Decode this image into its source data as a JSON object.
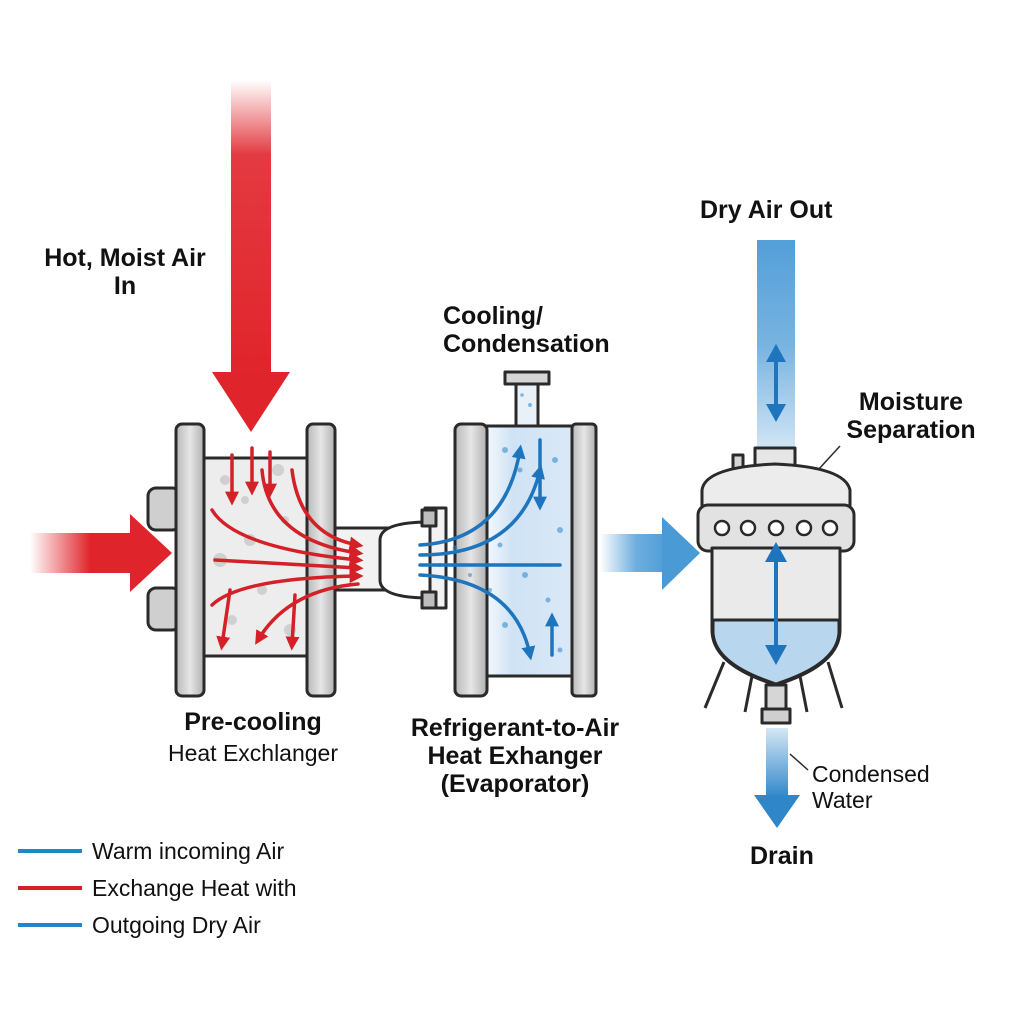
{
  "labels": {
    "hot_moist_air_in": "Hot, Moist Air\nIn",
    "dry_air_out": "Dry Air Out",
    "cooling_condensation": "Cooling/\nCondensation",
    "moisture_separation": "Moisture\nSeparation",
    "precooling_title": "Pre-cooling",
    "precooling_sub": "Heat Exchlanger",
    "evaporator": "Refrigerant-to-Air\nHeat Exhanger\n(Evaporator)",
    "condensed_water": "Condensed\nWater",
    "drain": "Drain"
  },
  "legend": [
    {
      "text": "Warm incoming Air",
      "color": "#1e88c8"
    },
    {
      "text": "Exchange Heat with",
      "color": "#d42027"
    },
    {
      "text": "Outgoing Dry Air",
      "color": "#1e88c8"
    }
  ],
  "colors": {
    "hot": "#e0242b",
    "cold": "#2f86c9",
    "metal": "#c9c9c9",
    "outline": "#2a2a2a",
    "water": "#b9d6ef"
  }
}
